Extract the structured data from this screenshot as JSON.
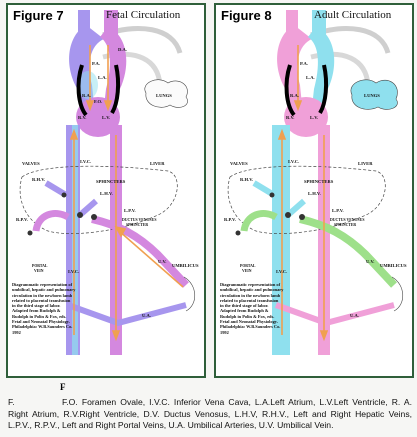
{
  "figures": [
    {
      "id": "fetal",
      "label": "Figure 7",
      "subtitle": "Fetal Circulation",
      "colors": {
        "vein_main": "#a796ee",
        "artery_main": "#d488df",
        "oxy_blood": "#8fe0ee",
        "arrow": "#f0a050"
      },
      "labels": {
        "pa": "P.A.",
        "la": "L.A.",
        "ra": "R.A.",
        "fo": "F.O.",
        "rv": "R.V.",
        "lv": "L.V.",
        "da": "D.A.",
        "lungs": "LUNGS",
        "valves": "VALVES",
        "ivc": "I.V.C.",
        "liver": "LIVER",
        "rhv": "R.H.V.",
        "sphincters": "SPHINCTERS",
        "lhv": "L.H.V.",
        "lpv": "L.P.V.",
        "ductus": "DUCTUS VENOSUS",
        "sphincter": "SPHINCTER",
        "rpv": "R.P.V.",
        "portal": "PORTAL",
        "vein": "VEIN",
        "ivc2": "I.V.C.",
        "uv": "U.V.",
        "umbilicus": "UMBILICUS",
        "ua": "U.A."
      },
      "caption": [
        "Diagrammatic representation of",
        "umbilical, hepatic and pulmonary",
        "circulation in the newborn lamb",
        "related to placental transfusion",
        "in the third stage of labor.",
        "Adapted from Rudolph &",
        "Rudolph in Polin & Fox, eds.",
        "Fetal and Neonatal Physiology.",
        "Philadelphia: W.B.Saunders Co.",
        "1992"
      ]
    },
    {
      "id": "adult",
      "label": "Figure 8",
      "subtitle": "Adult Circulation",
      "colors": {
        "vein_main": "#8fe0ee",
        "artery_main": "#f0a0d8",
        "portal_green": "#9ee08a",
        "arrow": "#f0a050"
      },
      "labels": {
        "pa": "P.A.",
        "la": "L.A.",
        "ra": "R.A.",
        "rv": "R.V.",
        "lv": "L.V.",
        "lungs": "LUNGS",
        "valves": "VALVES",
        "ivc": "I.V.C.",
        "liver": "LIVER",
        "rhv": "R.H.V.",
        "sphincters": "SPHINCTERS",
        "lhv": "L.H.V.",
        "lpv": "L.P.V.",
        "ductus": "DUCTUS VENOSUS",
        "sphincter": "SPHINCTER",
        "rpv": "R.P.V.",
        "portal": "PORTAL",
        "vein": "VEIN",
        "ivc2": "I.V.C.",
        "uv": "U.V.",
        "umbilicus": "UMBILICUS",
        "ua": "U.A."
      },
      "caption": [
        "Diagrammatic representation of",
        "umbilical, hepatic and pulmonary",
        "circulation in the newborn lamb",
        "related to placental transfusion",
        "in the third stage of labor.",
        "Adapted from Rudolph &",
        "Rudolph in Polin & Fox, eds.",
        "Fetal and Neonatal Physiology.",
        "Philadelphia: W.B.Saunders Co.",
        "1992"
      ]
    }
  ],
  "figure_mark": "F",
  "footnote": {
    "lead": "F.",
    "text": "F.O. Foramen Ovale, I.V.C. Inferior Vena Cava, L.A.Left Atrium, L.V.Left Ventricle, R. A. Right Atrium, R.V.Right Ventricle, D.V. Ductus Venosus, L.H.V, R.H.V., Left and Right Hepatic Veins, L.P.V., R.P.V., Left and Right Portal Veins, U.A. Umbilical Arteries, U.V. Umbilical Vein."
  }
}
